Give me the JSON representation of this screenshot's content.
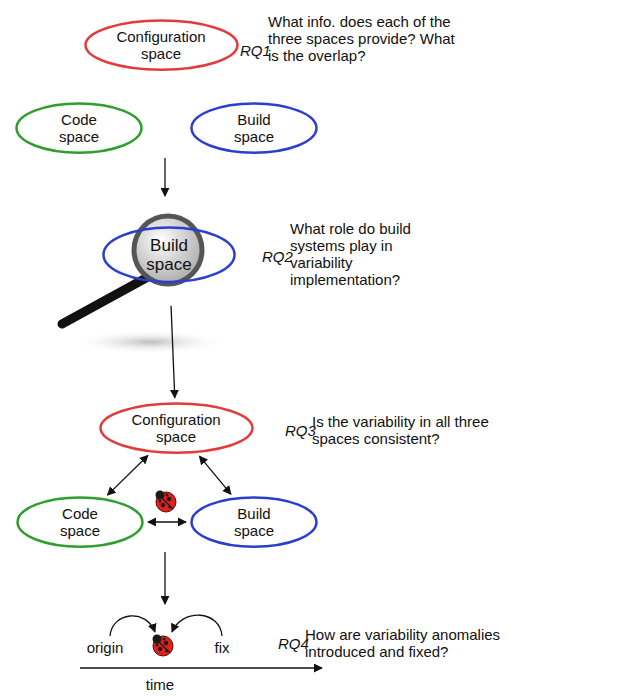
{
  "diagram": {
    "nodes": [
      {
        "text": [
          "Configuration space"
        ]
      },
      {
        "text": [
          "Code space"
        ]
      },
      {
        "text": [
          "Build space"
        ]
      },
      {
        "text": [
          "Build space"
        ]
      },
      {
        "text": [
          "Configuration space"
        ]
      },
      {
        "text": [
          "Code space"
        ]
      },
      {
        "text": [
          "Build space"
        ]
      }
    ],
    "edges": [
      {
        "from": 3,
        "to": 4,
        "arrow": "to"
      },
      {
        "from": 4,
        "to": 5,
        "arrow": "both"
      },
      {
        "from": 4,
        "to": 6,
        "arrow": "both"
      },
      {
        "from": 5,
        "to": 6,
        "arrow": "both"
      }
    ],
    "labels": [
      "RQ1",
      "What info. does each of the three spaces provide? What is the overlap?",
      "RQ2",
      "What role do build systems play in variability implementation?",
      "RQ3",
      "Is the variability in all three spaces consistent?",
      "origin",
      "fix",
      "time",
      "RQ4",
      "How are variability anomalies introduced and fixed?"
    ]
  }
}
